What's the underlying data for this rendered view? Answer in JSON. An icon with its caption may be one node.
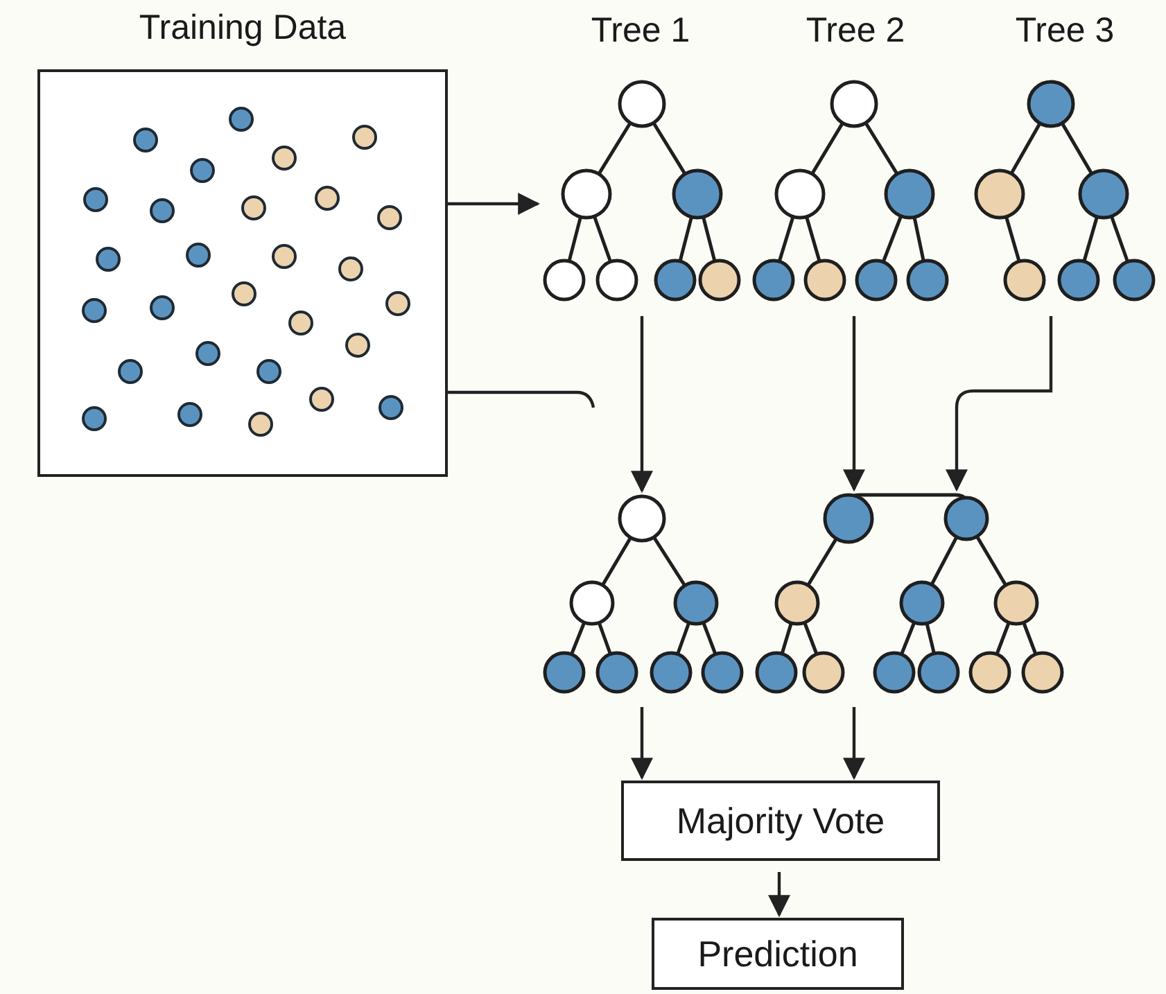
{
  "diagram": {
    "nodes": [
      {
        "text": [
          "Training Data"
        ]
      },
      {
        "text": [
          "Tree 1"
        ]
      },
      {
        "text": [
          "Tree 2"
        ]
      },
      {
        "text": [
          "Tree 3"
        ]
      },
      {
        "text": [],
        "shape": "picture"
      },
      {
        "text": [],
        "shape": "picture"
      },
      {
        "text": [
          "Majority Vote"
        ]
      },
      {
        "text": [
          "Prediction"
        ]
      }
    ],
    "edges": [
      {
        "from": 0,
        "to": 1,
        "arrow": "to"
      },
      {
        "from": 0,
        "to": null,
        "arrow": "none"
      },
      {
        "from": 1,
        "to": 4,
        "arrow": "to"
      },
      {
        "from": 2,
        "to": 5,
        "arrow": "to"
      },
      {
        "from": 3,
        "to": 5,
        "arrow": "to"
      },
      {
        "from": 4,
        "to": 6,
        "arrow": "to"
      },
      {
        "from": 5,
        "to": 6,
        "arrow": "to"
      },
      {
        "from": 6,
        "to": 7,
        "arrow": "to"
      }
    ]
  }
}
